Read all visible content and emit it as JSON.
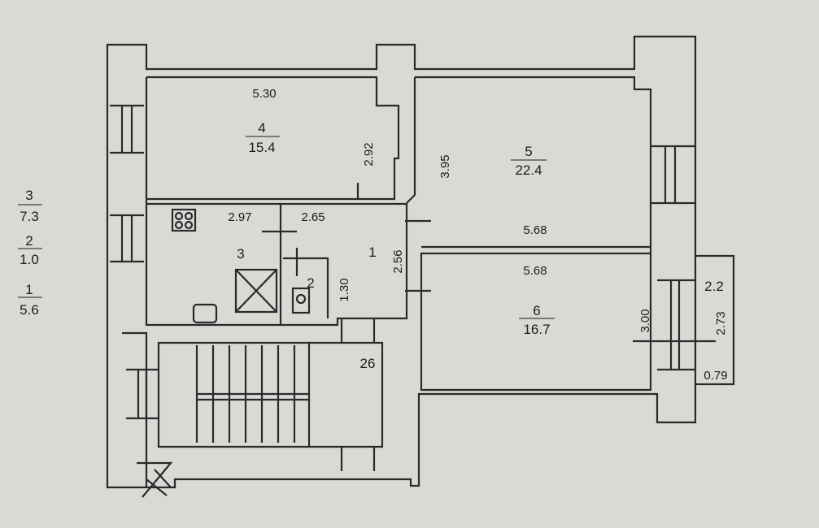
{
  "legend": [
    {
      "room": "3",
      "area": "7.3"
    },
    {
      "room": "2",
      "area": "1.0"
    },
    {
      "room": "1",
      "area": "5.6"
    }
  ],
  "rooms": {
    "r4": {
      "number": "4",
      "area": "15.4",
      "width": "5.30",
      "depth": "2.92"
    },
    "r5": {
      "number": "5",
      "area": "22.4",
      "depth": "3.95",
      "width": "5.68"
    },
    "r6": {
      "number": "6",
      "area": "16.7",
      "width": "5.68",
      "depth": "3.00"
    },
    "r3": {
      "number": "3",
      "width": "2.97"
    },
    "r1": {
      "number": "1",
      "width": "2.65",
      "depth": "2.56"
    },
    "r2": {
      "number": "2",
      "depth": "1.30"
    }
  },
  "balcony": {
    "area": "2.2",
    "length": "2.73",
    "depth": "0.79"
  },
  "stair_number": "26"
}
